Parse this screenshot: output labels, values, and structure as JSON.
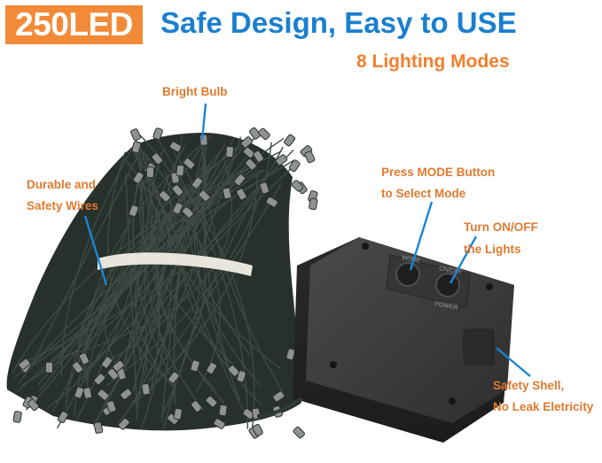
{
  "badge": {
    "text": "250LED"
  },
  "headline": {
    "text": "Safe Design, Easy to USE"
  },
  "subhead": {
    "text": "8 Lighting Modes"
  },
  "callouts": {
    "bright_bulb": "Bright Bulb",
    "durable_line1": "Durable and",
    "durable_line2": "Safety Wires",
    "mode_line1": "Press MODE Button",
    "mode_line2": "to Select Mode",
    "onoff_line1": "Turn ON/OFF",
    "onoff_line2": "the Lights",
    "shell_line1": "Safety Shell,",
    "shell_line2": "No Leak Eletricity"
  },
  "device": {
    "mode_label": "MODE",
    "onoff_label": "ON/OFF",
    "power_label": "POWER"
  },
  "colors": {
    "badge_bg": "#f28a38",
    "headline": "#1b7fcf",
    "callout_text": "#e07a2e",
    "pointer_line": "#1b86d6",
    "wire": "#2f3a33",
    "box": "#3a3a3a"
  }
}
